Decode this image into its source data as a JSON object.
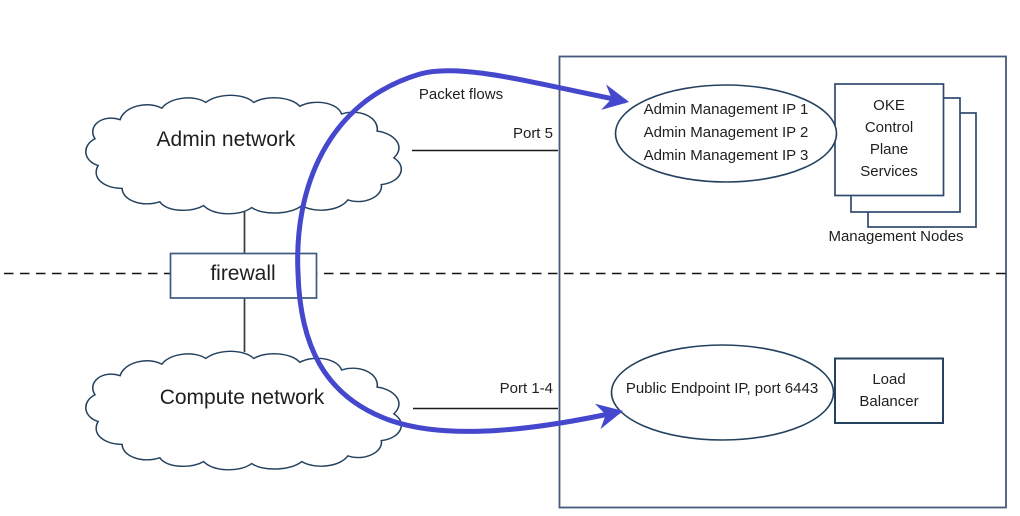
{
  "clouds": {
    "admin_label": "Admin network",
    "compute_label": "Compute network"
  },
  "firewall": {
    "label": "firewall"
  },
  "flow_labels": {
    "packet_flows": "Packet flows",
    "port_5": "Port 5",
    "port_1_4": "Port 1-4"
  },
  "admin_zone": {
    "management_ips": [
      "Admin Management IP 1",
      "Admin Management IP 2",
      "Admin Management IP 3"
    ],
    "oke_box_lines": [
      "OKE",
      "Control",
      "Plane",
      "Services"
    ],
    "management_nodes_label": "Management Nodes"
  },
  "compute_zone": {
    "public_endpoint_label": "Public Endpoint IP, port 6443",
    "load_balancer_lines": [
      "Load",
      "Balancer"
    ]
  },
  "colors": {
    "packet_flow_arrow": "#4547cd",
    "shape_outline": "#24425f",
    "frame_outline": "#46587a",
    "line_black": "#1a1a1a"
  }
}
